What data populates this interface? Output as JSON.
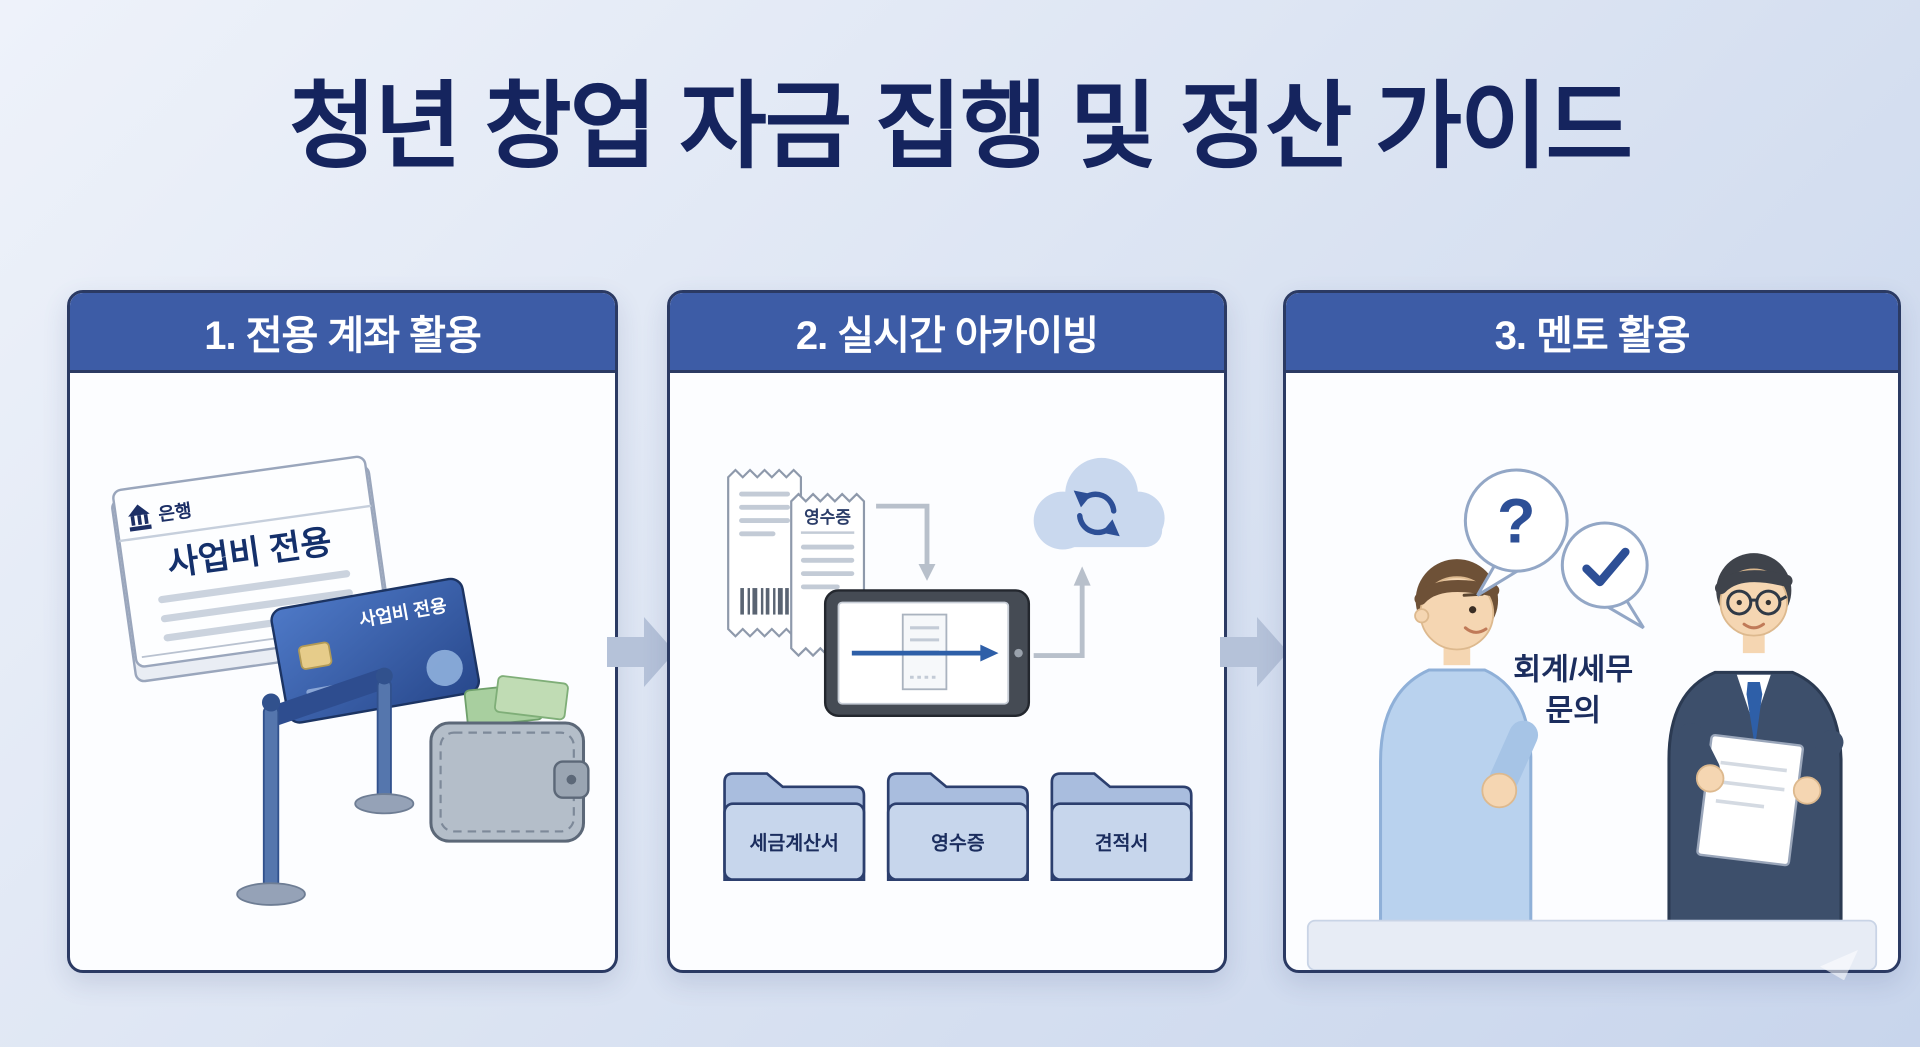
{
  "page": {
    "title": "청년 창업 자금 집행 및 정산 가이드"
  },
  "colors": {
    "background_top": "#eef2fa",
    "background_bottom": "#c8d5ec",
    "title_text": "#15245e",
    "panel_header_bg": "#3d5ca6",
    "panel_header_text": "#ffffff",
    "panel_border": "#2b3a63",
    "panel_bg": "#fcfdff",
    "flow_arrow": "#b5c2d9",
    "accent_blue": "#2e4d8f"
  },
  "icons": [
    "bank-icon",
    "credit-card-icon",
    "barrier-icon",
    "wallet-icon",
    "money-icon",
    "receipt-icon",
    "tablet-icon",
    "cloud-sync-icon",
    "folder-icon",
    "question-bubble-icon",
    "check-bubble-icon",
    "flow-arrow-icon"
  ],
  "panels": [
    {
      "header": "1. 전용 계좌 활용",
      "illustration": {
        "bank_label": "은행",
        "passbook_label": "사업비 전용",
        "card_label": "사업비 전용"
      }
    },
    {
      "header": "2. 실시간 아카이빙",
      "illustration": {
        "receipt_label": "영수증",
        "folders": [
          "세금계산서",
          "영수증",
          "견적서"
        ]
      }
    },
    {
      "header": "3. 멘토 활용",
      "illustration": {
        "question_mark": "?",
        "inquiry_line1": "회계/세무",
        "inquiry_line2": "문의"
      }
    }
  ]
}
